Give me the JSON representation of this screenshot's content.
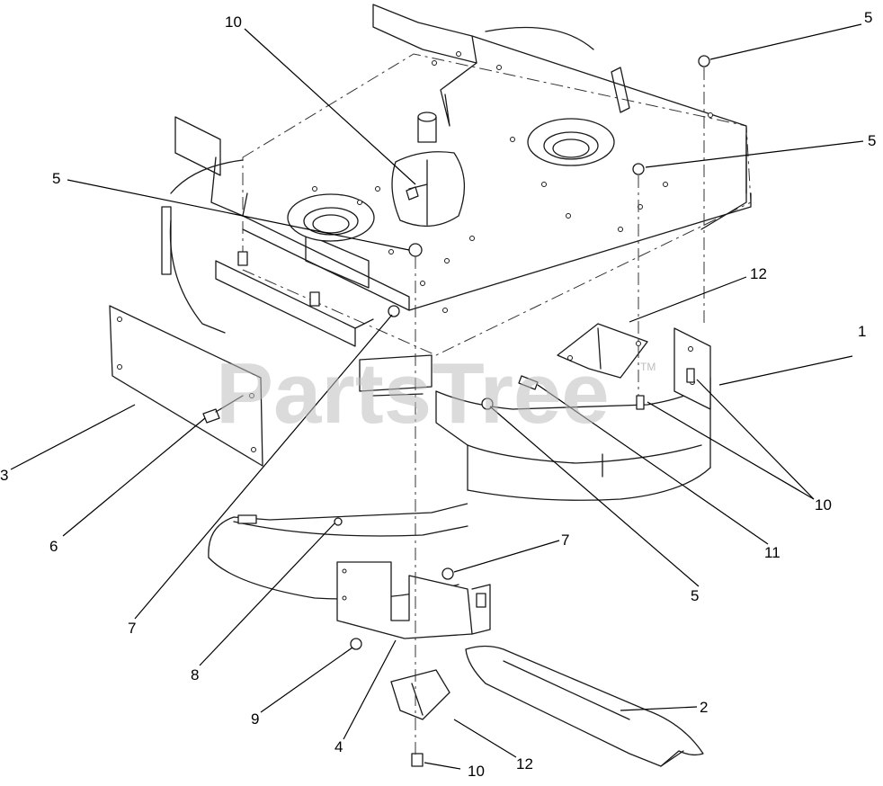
{
  "watermark": {
    "text": "PartsTree",
    "tm": "TM"
  },
  "callouts": [
    "1",
    "2",
    "3",
    "4",
    "5",
    "5",
    "5",
    "5",
    "6",
    "7",
    "7",
    "8",
    "9",
    "10",
    "10",
    "10",
    "11",
    "12",
    "12"
  ]
}
